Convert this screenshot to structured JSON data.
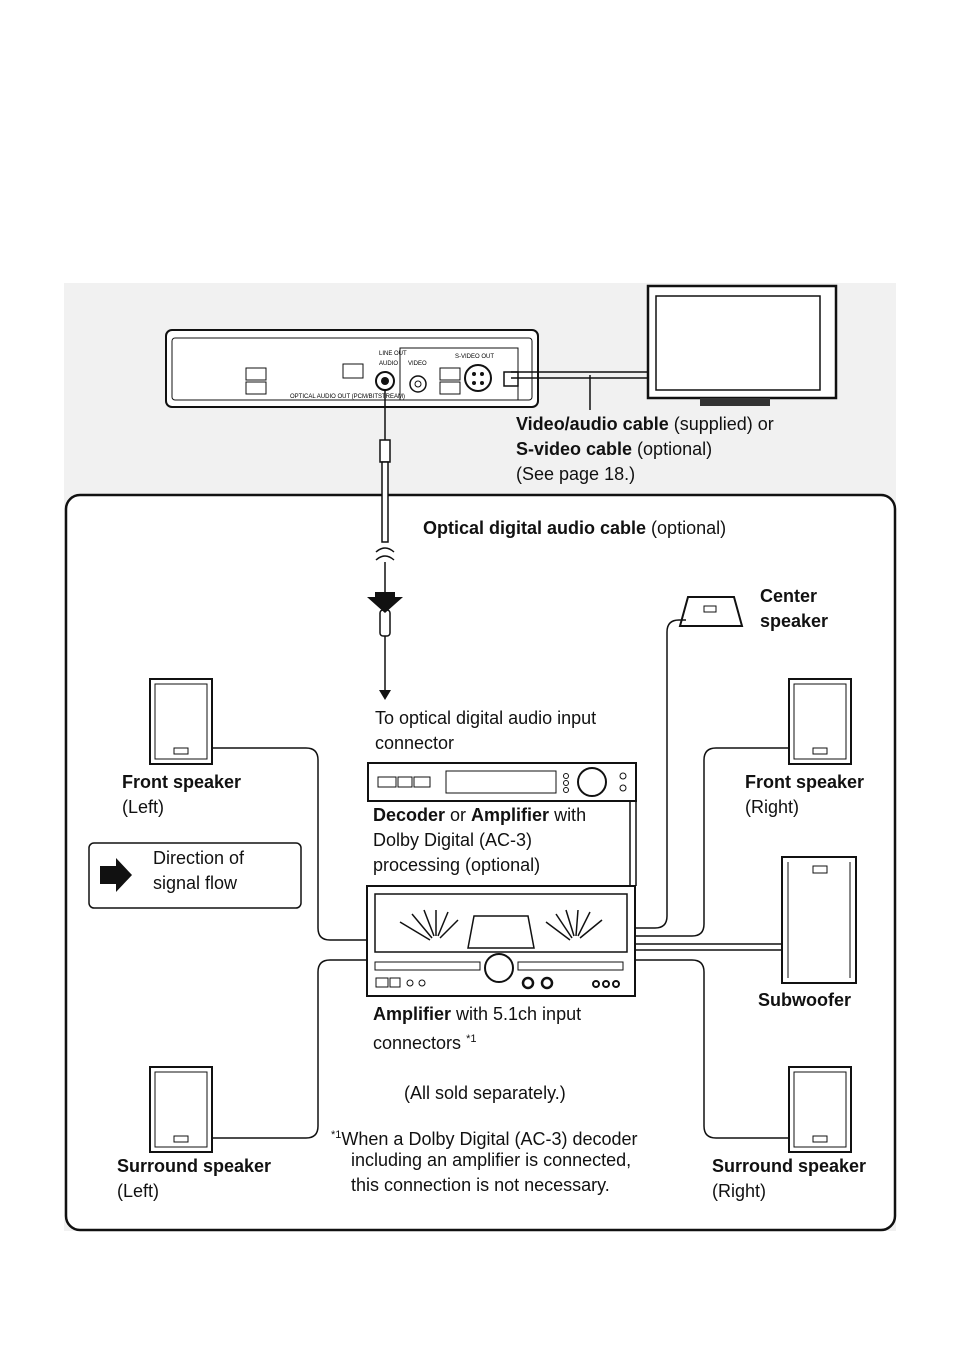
{
  "player_panel": {
    "line_out": "LINE OUT",
    "audio": "AUDIO",
    "video": "VIDEO",
    "s_video_out": "S-VIDEO OUT",
    "optical_out": "OPTICAL AUDIO OUT (PCM/BITSTREAM)"
  },
  "video_cable": {
    "bold1": "Video/audio cable",
    "rest1": " (supplied) or",
    "bold2": "S-video cable",
    "rest2": " (optional)",
    "line3": "(See page 18.)"
  },
  "optical_cable": {
    "bold": "Optical digital audio cable",
    "rest": " (optional)"
  },
  "center_speaker": {
    "line1": "Center",
    "line2": "speaker"
  },
  "optical_input": {
    "line1": "To optical digital audio input",
    "line2": "connector"
  },
  "front_left": {
    "bold": "Front speaker",
    "side": "(Left)"
  },
  "front_right": {
    "bold": "Front speaker",
    "side": "(Right)"
  },
  "legend": {
    "line1": "Direction of",
    "line2": "signal flow"
  },
  "decoder": {
    "bold1": "Decoder",
    "mid": " or ",
    "bold2": "Amplifier",
    "rest": " with",
    "line2": "Dolby Digital (AC-3)",
    "line3": "processing (optional)"
  },
  "amplifier": {
    "bold": "Amplifier",
    "rest": " with 5.1ch input",
    "line2": "connectors ",
    "note_mark": "*1"
  },
  "subwoofer": "Subwoofer",
  "sold_separately": "(All sold separately.)",
  "footnote": {
    "mark": "*1",
    "line1": "When a Dolby Digital (AC-3) decoder",
    "line2": "including an amplifier is connected,",
    "line3": "this connection is not necessary."
  },
  "surround_left": {
    "bold": "Surround speaker",
    "side": "(Left)"
  },
  "surround_right": {
    "bold": "Surround speaker",
    "side": "(Right)"
  }
}
